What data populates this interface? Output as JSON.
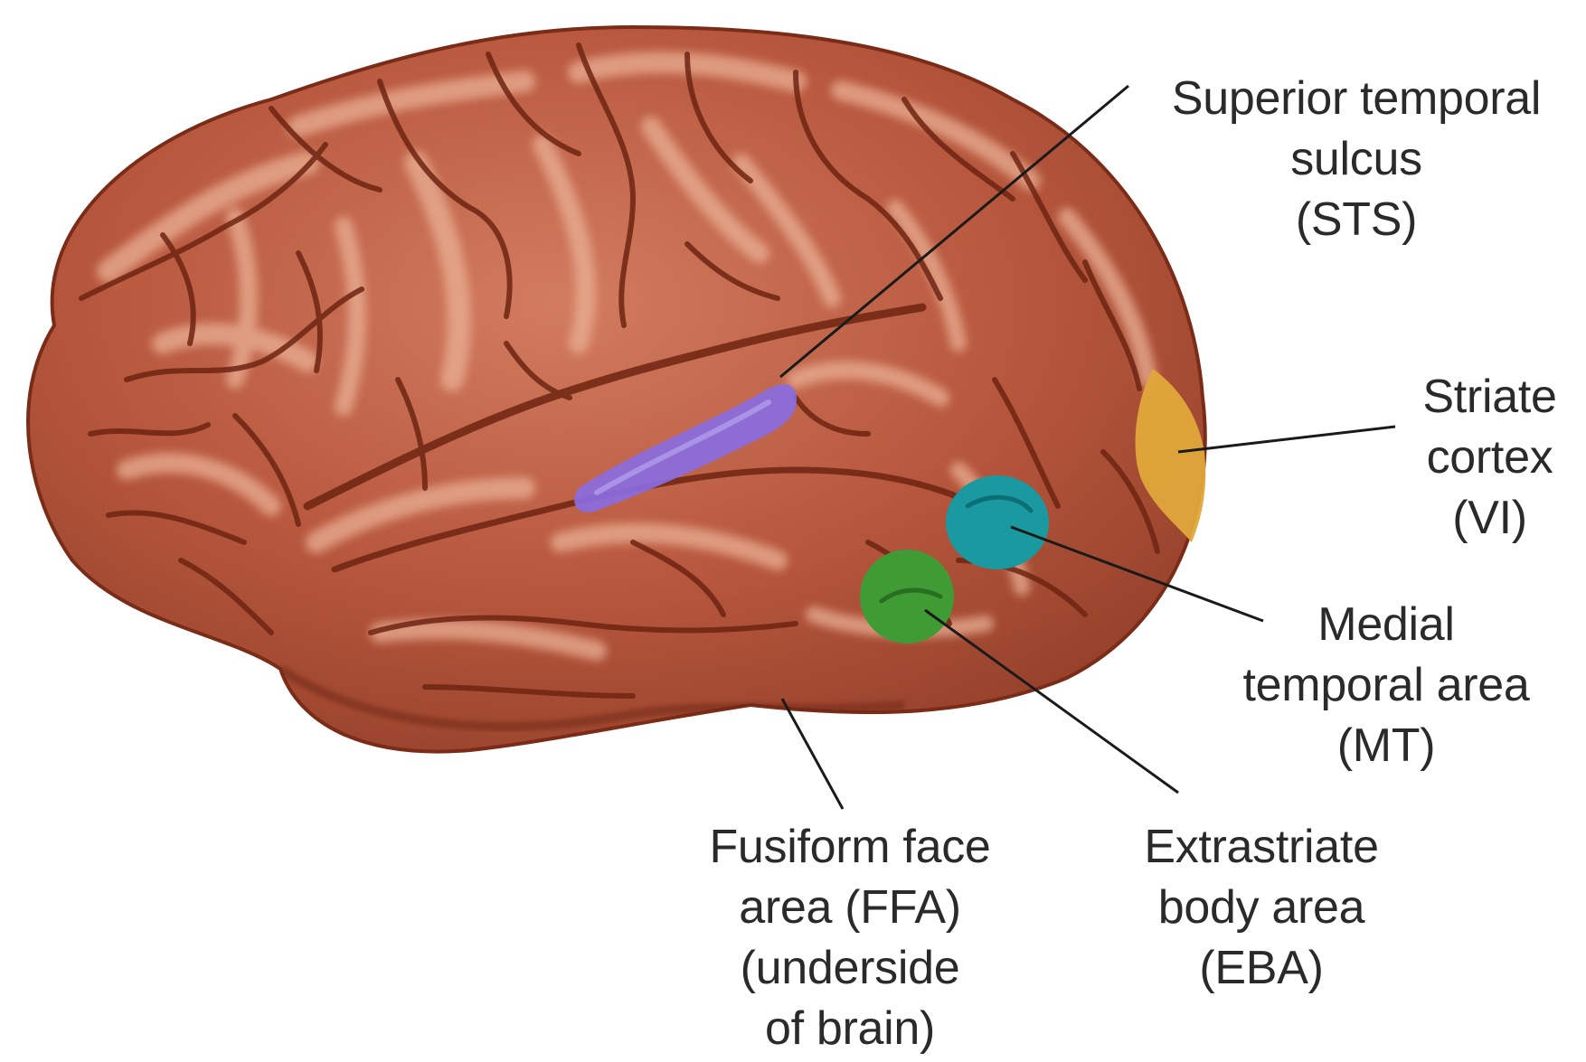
{
  "colors": {
    "background": "#ffffff",
    "brain_base": "#b8583e",
    "brain_highlight": "#e7a58a",
    "sulcus": "#6e2512",
    "sts_region": "#8a6ce0",
    "mt_region": "#1a9aa0",
    "eba_region": "#3f9c35",
    "v1_region": "#e0a83a",
    "leader_line": "#1a1a1a",
    "label_text": "#2a2a2a"
  },
  "labels": {
    "sts": [
      "Superior temporal",
      "sulcus",
      "(STS)"
    ],
    "v1": [
      "Striate",
      "cortex",
      "(VI)"
    ],
    "mt": [
      "Medial",
      "temporal area",
      "(MT)"
    ],
    "eba": [
      "Extrastriate",
      "body area",
      "(EBA)"
    ],
    "ffa": [
      "Fusiform face",
      "area (FFA)",
      "(underside",
      "of brain)"
    ]
  }
}
